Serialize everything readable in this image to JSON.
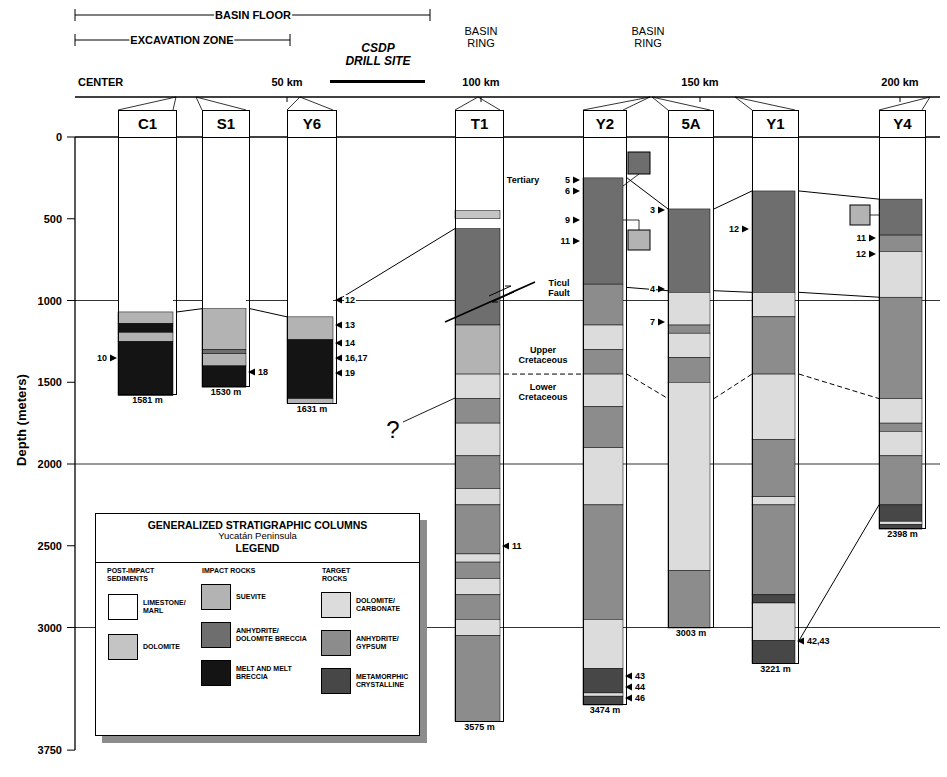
{
  "diagram": {
    "nodes": [
      {
        "text": [
          "C1",
          "1581 m"
        ]
      },
      {
        "text": [
          "S1",
          "1530 m"
        ]
      },
      {
        "text": [
          "Y6",
          "1631 m"
        ]
      },
      {
        "text": [
          "T1",
          "3575 m"
        ]
      },
      {
        "text": [
          "Y2",
          "3474 m"
        ]
      },
      {
        "text": [
          "5A",
          "3003 m"
        ]
      },
      {
        "text": [
          "Y1",
          "3221 m"
        ]
      },
      {
        "text": [
          "Y4",
          "2398 m"
        ]
      },
      {
        "text": [
          "GENERALIZED STRATIGRAPHIC COLUMNS",
          "Yucatán Peninsula",
          "LEGEND"
        ]
      }
    ],
    "edges": [
      {
        "from": 0,
        "to": 1,
        "arrow": "none"
      },
      {
        "from": 1,
        "to": 2,
        "arrow": "none"
      },
      {
        "from": 2,
        "to": 3,
        "arrow": "none"
      },
      {
        "from": 3,
        "to": 4,
        "arrow": "none"
      },
      {
        "from": 4,
        "to": 5,
        "arrow": "none"
      },
      {
        "from": 4,
        "to": 5,
        "arrow": "none"
      },
      {
        "from": 4,
        "to": 5,
        "arrow": "none"
      },
      {
        "from": 5,
        "to": 6,
        "arrow": "none"
      },
      {
        "from": 5,
        "to": 6,
        "arrow": "none"
      },
      {
        "from": 5,
        "to": 6,
        "arrow": "none"
      },
      {
        "from": 6,
        "to": 7,
        "arrow": "none"
      },
      {
        "from": 6,
        "to": 7,
        "arrow": "none"
      },
      {
        "from": 6,
        "to": 7,
        "arrow": "none"
      },
      {
        "from": 6,
        "to": 7,
        "arrow": "none"
      }
    ],
    "labels": [
      "BASIN FLOOR",
      "EXCAVATION ZONE",
      "CSDP DRILL SITE",
      "BASIN RING",
      "BASIN RING",
      "CENTER",
      "50 km",
      "100 km",
      "150 km",
      "200 km",
      "0",
      "500",
      "1000",
      "1500",
      "2000",
      "2500",
      "3000",
      "3750",
      "Depth (meters)",
      "10",
      "12",
      "13",
      "14",
      "16,17",
      "19",
      "18",
      "11",
      "Tertiary",
      "5",
      "6",
      "9",
      "11",
      "Ticul Fault",
      "Upper Cretaceous",
      "Lower Cretaceous",
      "?",
      "3",
      "4",
      "7",
      "12",
      "11",
      "12",
      "42,43",
      "43",
      "44",
      "46",
      "POST-IMPACT SEDIMENTS",
      "IMPACT ROCKS",
      "TARGET ROCKS"
    ],
    "legend": [
      {
        "text": "LIMESTONE/ MARL",
        "color": "#ffffff"
      },
      {
        "text": "DOLOMITE",
        "color": "#c4c4c4"
      },
      {
        "text": "SUEVITE",
        "color": "#b3b3b3"
      },
      {
        "text": "ANHYDRITE/ DOLOMITE BRECCIA",
        "color": "#6e6e6e"
      },
      {
        "text": "MELT AND MELT BRECCIA",
        "color": "#141414"
      },
      {
        "text": "DOLOMITE/ CARBONATE",
        "color": "#dcdcdc"
      },
      {
        "text": "ANHYDRITE/ GYPSUM",
        "color": "#8c8c8c"
      },
      {
        "text": "METAMORPHIC CRYSTALLINE",
        "color": "#474747"
      }
    ]
  }
}
